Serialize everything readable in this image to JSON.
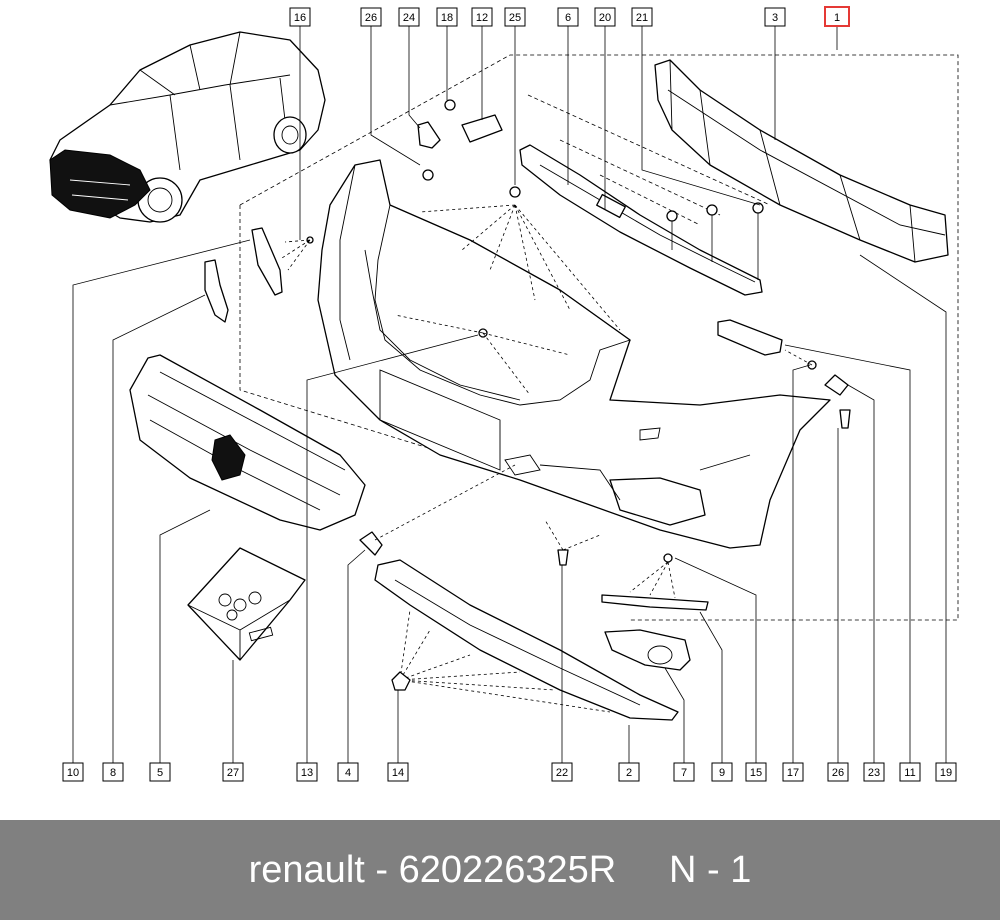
{
  "diagram": {
    "callouts_top": [
      "16",
      "26",
      "24",
      "18",
      "12",
      "25",
      "6",
      "20",
      "21",
      "3",
      "1"
    ],
    "callouts_bottom": [
      "10",
      "8",
      "5",
      "27",
      "13",
      "4",
      "14",
      "22",
      "2",
      "7",
      "9",
      "15",
      "17",
      "26",
      "23",
      "11",
      "19"
    ],
    "highlighted_callout": "1",
    "highlight_color": "#e53935"
  },
  "footer": {
    "text": "renault - 620226325R     N - 1",
    "background": "#808080",
    "text_color": "#ffffff"
  }
}
